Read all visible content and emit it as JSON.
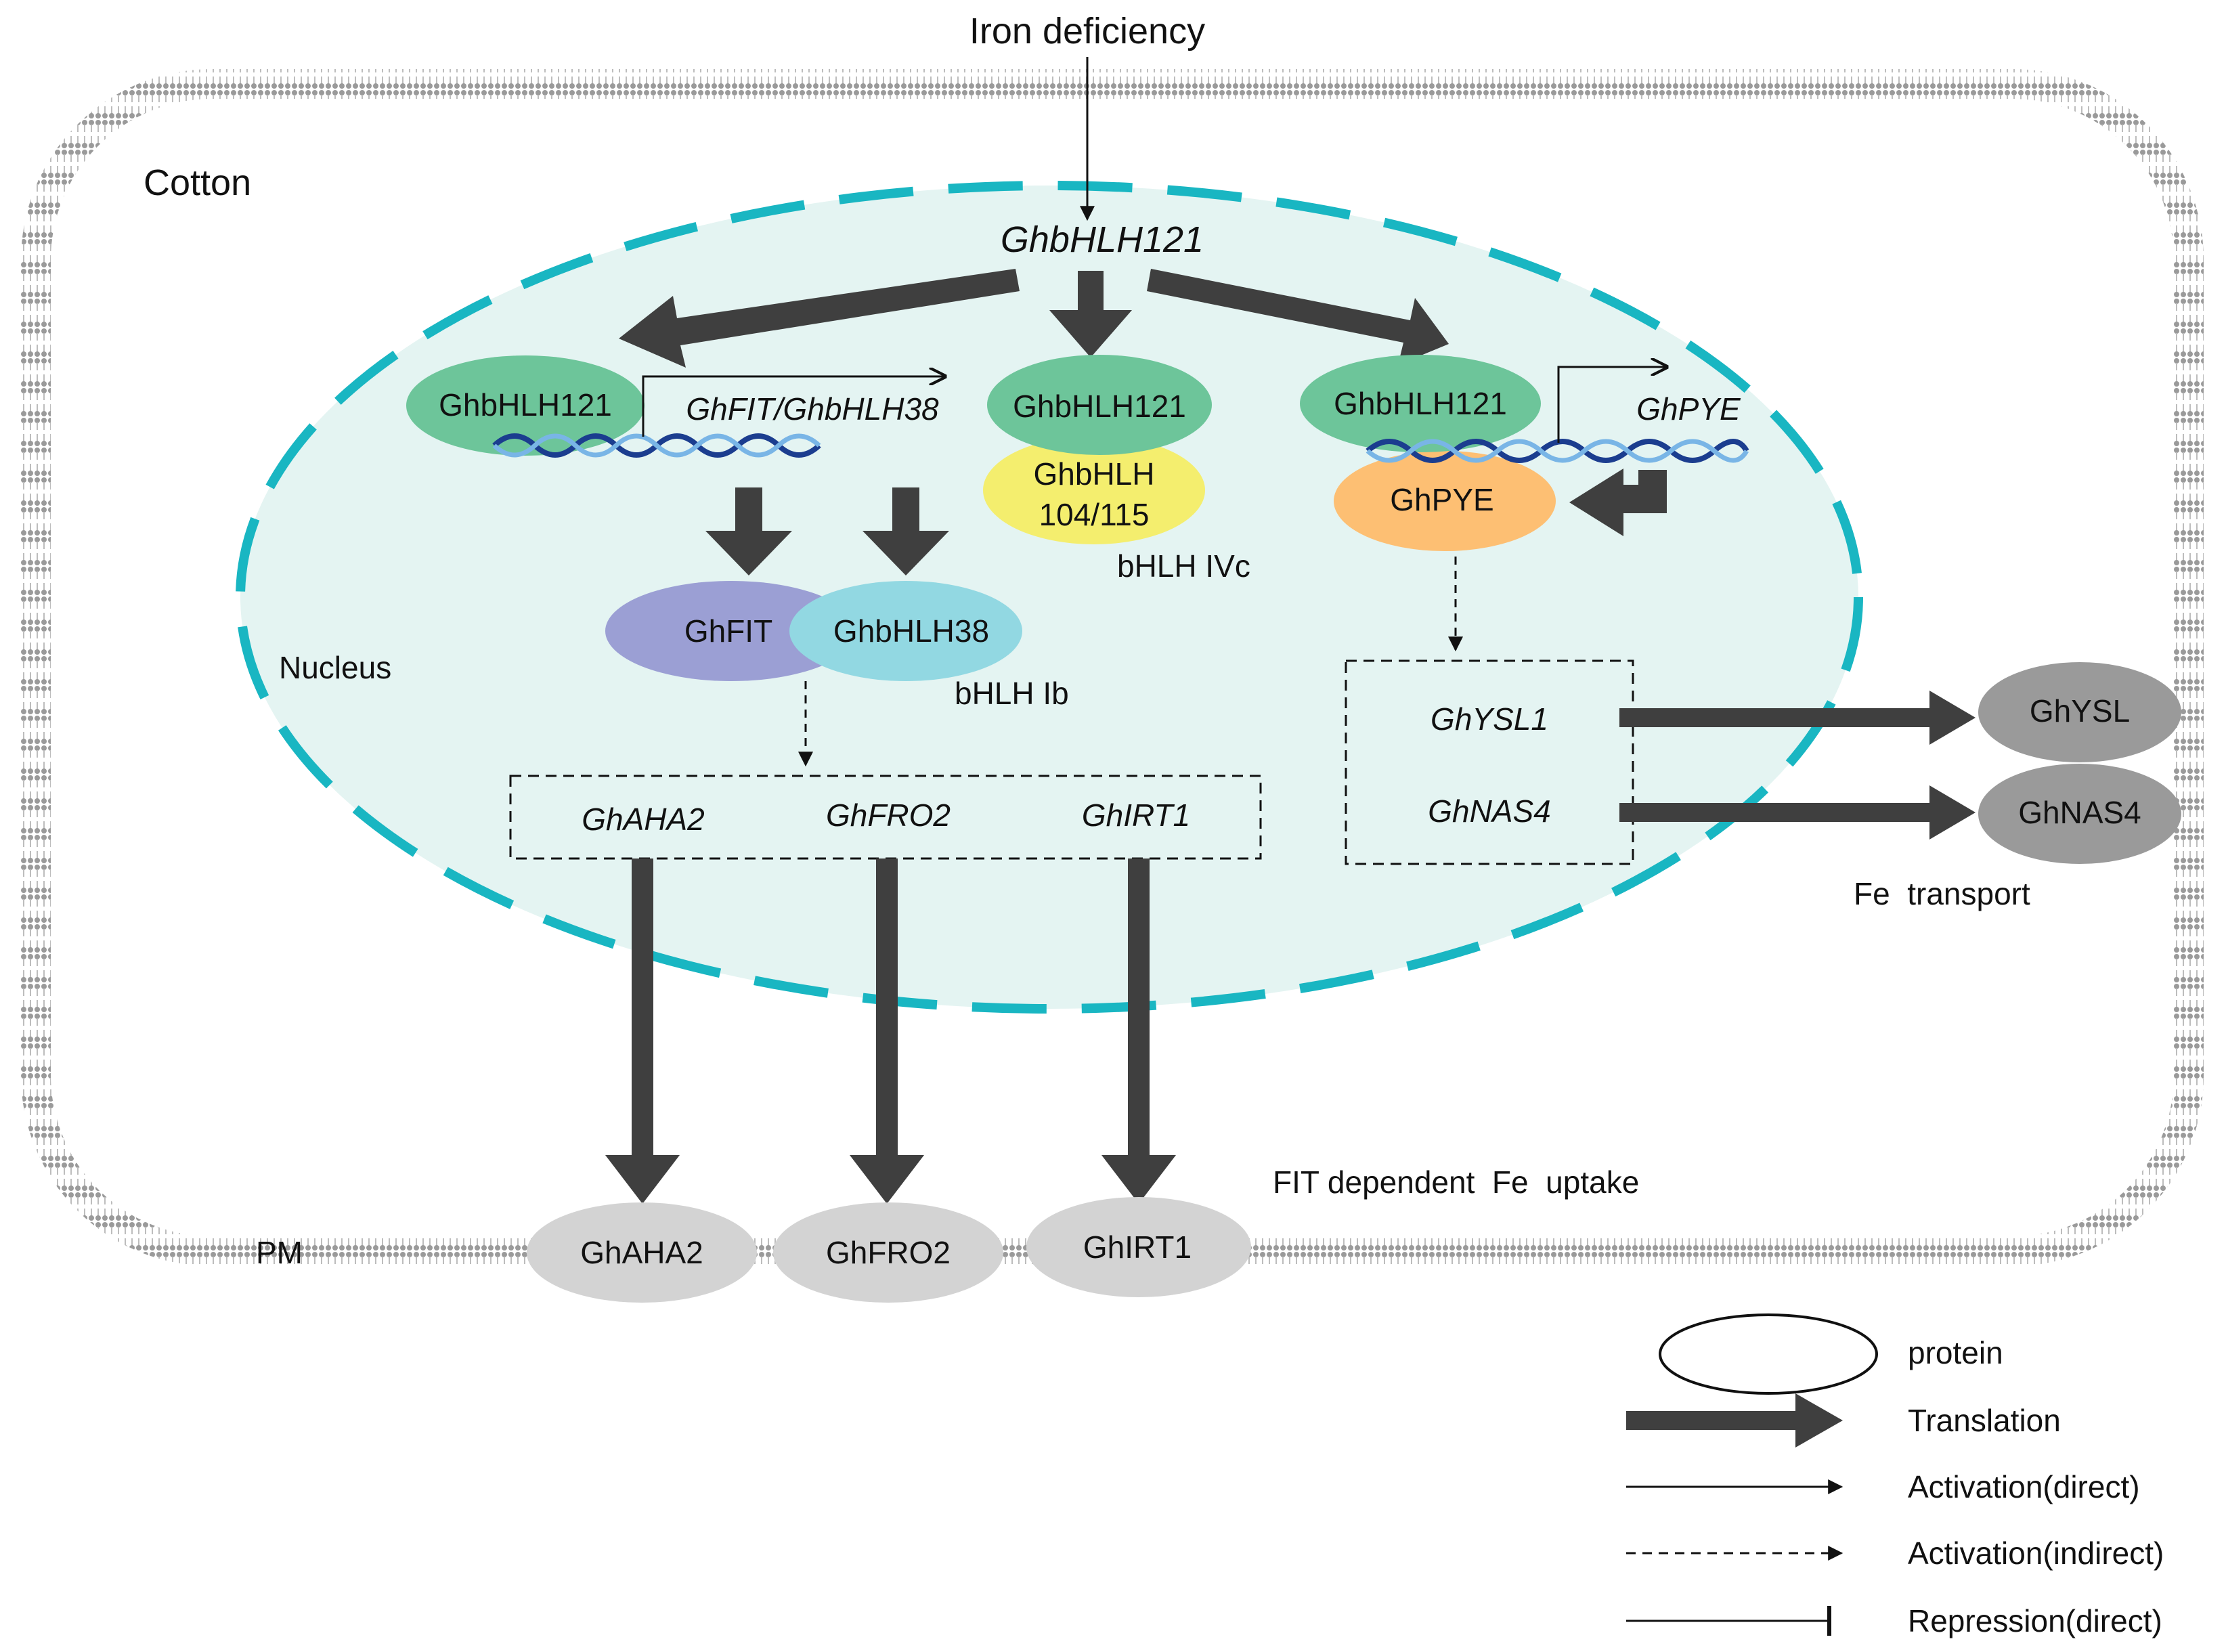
{
  "stimulus": "Iron deficiency",
  "organism": "Cotton",
  "compartments": {
    "nucleus": "Nucleus",
    "plasma_membrane": "PM"
  },
  "regulator_gene": "GhbHLH121",
  "complexes": {
    "fit_branch": {
      "regulator": "GhbHLH121",
      "target_genes": "GhFIT/GhbHLH38",
      "protein_a": "GhFIT",
      "protein_b": "GhbHLH38",
      "group": "bHLH Ib"
    },
    "ivc_branch": {
      "regulator": "GhbHLH121",
      "partner_line1": "GhbHLH",
      "partner_line2": "104/115",
      "group": "bHLH IVc"
    },
    "pye_branch": {
      "regulator": "GhbHLH121",
      "target_gene": "GhPYE",
      "protein": "GhPYE"
    }
  },
  "fit_targets": {
    "genes": [
      "GhAHA2",
      "GhFRO2",
      "GhIRT1"
    ],
    "proteins": [
      "GhAHA2",
      "GhFRO2",
      "GhIRT1"
    ],
    "process": "FIT dependent  Fe  uptake"
  },
  "pye_targets": {
    "genes": [
      "GhYSL1",
      "GhNAS4"
    ],
    "proteins": [
      "GhYSL",
      "GhNAS4"
    ],
    "process": "Fe  transport"
  },
  "legend": [
    {
      "symbol": "ellipse",
      "label": "protein"
    },
    {
      "symbol": "thick-arrow",
      "label": "Translation"
    },
    {
      "symbol": "solid-arrow",
      "label": "Activation(direct)"
    },
    {
      "symbol": "dashed-arrow",
      "label": "Activation(indirect)"
    },
    {
      "symbol": "bar-end",
      "label": "Repression(direct)"
    }
  ],
  "colors": {
    "nucleus_fill": "#e4f4f2",
    "nucleus_border": "#19b6c2",
    "bhlh121": "#6dc59a",
    "bhlh104_115": "#f4ee6e",
    "pye": "#fdbf73",
    "fit": "#9b9fd4",
    "bhlh38": "#92d8e2",
    "membrane_protein": "#d3d3d3",
    "transport_protein": "#9a9a9a",
    "arrow": "#3f3f3f",
    "dna_blue": "#1b3d8f",
    "dna_light": "#79b5e6"
  }
}
